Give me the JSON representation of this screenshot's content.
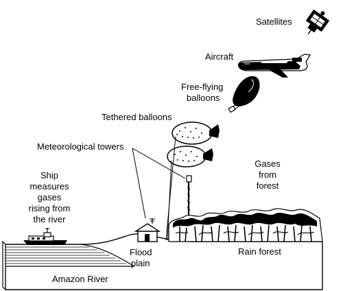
{
  "labels": {
    "satellites": "Satellites",
    "aircraft": "Aircraft",
    "free_flying_balloons": [
      "Free-flying",
      "balloons"
    ],
    "tethered_balloons": "Tethered balloons",
    "meteorological_towers": "Meteorological towers",
    "gases_from_forest": [
      "Gases",
      "from",
      "forest"
    ],
    "ship": [
      "Ship",
      "measures",
      "gases",
      "rising from",
      "the river"
    ],
    "flood_plain": [
      "Flood",
      "plain"
    ],
    "rain_forest": "Rain forest",
    "amazon_river": "Amazon River"
  }
}
